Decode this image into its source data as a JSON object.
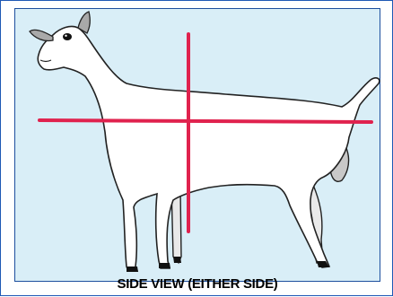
{
  "caption": "SIDE VIEW (EITHER SIDE)",
  "colors": {
    "background": "#d9eef7",
    "border": "#1d4f9e",
    "goat_body": "#ffffff",
    "goat_outline": "#222222",
    "goat_shading": "#c8c8c8",
    "crosshair": "#e0224e"
  },
  "illustration": {
    "subject": "goat-side-view",
    "markers": [
      "vertical-measure-line",
      "horizontal-measure-line"
    ]
  }
}
